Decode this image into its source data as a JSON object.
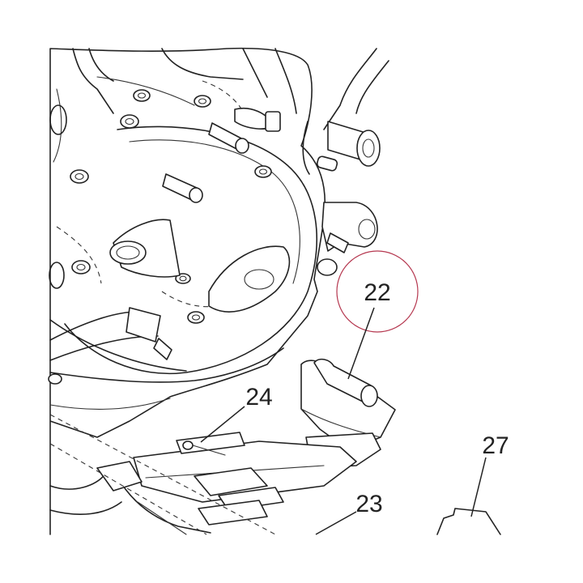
{
  "callouts": {
    "part_22": "22",
    "part_23": "23",
    "part_24": "24",
    "part_27": "27"
  },
  "colors": {
    "line": "#222222",
    "highlight_circle": "#b5374f",
    "background": "#ffffff"
  },
  "highlighted_callout": "22"
}
